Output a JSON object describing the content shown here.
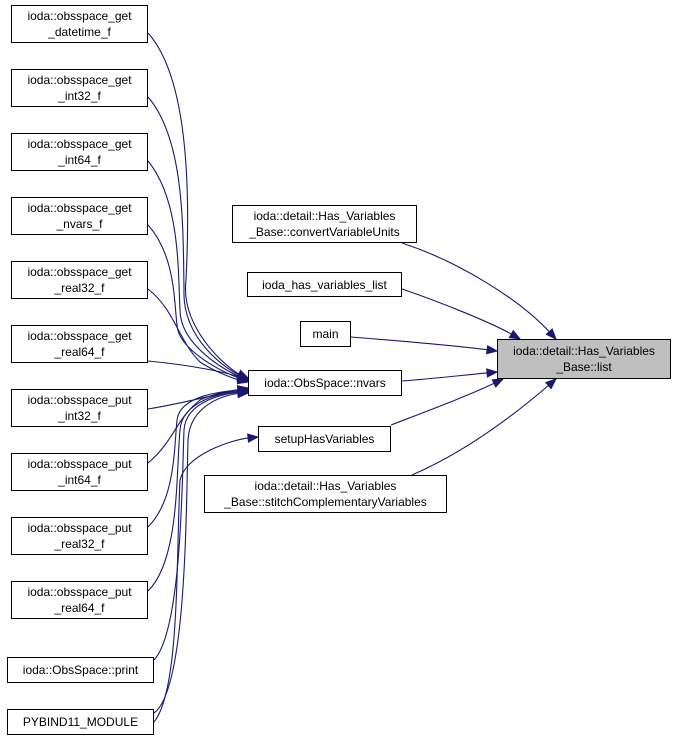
{
  "graph": {
    "edge_color": "#191970",
    "root_fill": "#bfbfbf",
    "nodes": [
      {
        "id": "get_datetime",
        "label": "ioda::obsspace_get\n_datetime_f"
      },
      {
        "id": "get_int32",
        "label": "ioda::obsspace_get\n_int32_f"
      },
      {
        "id": "get_int64",
        "label": "ioda::obsspace_get\n_int64_f"
      },
      {
        "id": "get_nvars",
        "label": "ioda::obsspace_get\n_nvars_f"
      },
      {
        "id": "get_real32",
        "label": "ioda::obsspace_get\n_real32_f"
      },
      {
        "id": "get_real64",
        "label": "ioda::obsspace_get\n_real64_f"
      },
      {
        "id": "put_int32",
        "label": "ioda::obsspace_put\n_int32_f"
      },
      {
        "id": "put_int64",
        "label": "ioda::obsspace_put\n_int64_f"
      },
      {
        "id": "put_real32",
        "label": "ioda::obsspace_put\n_real32_f"
      },
      {
        "id": "put_real64",
        "label": "ioda::obsspace_put\n_real64_f"
      },
      {
        "id": "obs_print",
        "label": "ioda::ObsSpace::print"
      },
      {
        "id": "pybind",
        "label": "PYBIND11_MODULE"
      },
      {
        "id": "convert_units",
        "label": "ioda::detail::Has_Variables\n_Base::convertVariableUnits"
      },
      {
        "id": "has_vars_list",
        "label": "ioda_has_variables_list"
      },
      {
        "id": "main",
        "label": "main"
      },
      {
        "id": "nvars",
        "label": "ioda::ObsSpace::nvars"
      },
      {
        "id": "setup",
        "label": "setupHasVariables"
      },
      {
        "id": "stitch",
        "label": "ioda::detail::Has_Variables\n_Base::stitchComplementaryVariables"
      },
      {
        "id": "list",
        "label": "ioda::detail::Has_Variables\n_Base::list",
        "root": true
      }
    ],
    "edges": [
      {
        "from": "get_datetime",
        "to": "nvars"
      },
      {
        "from": "get_int32",
        "to": "nvars"
      },
      {
        "from": "get_int64",
        "to": "nvars"
      },
      {
        "from": "get_nvars",
        "to": "nvars"
      },
      {
        "from": "get_real32",
        "to": "nvars"
      },
      {
        "from": "get_real64",
        "to": "nvars"
      },
      {
        "from": "put_int32",
        "to": "nvars"
      },
      {
        "from": "put_int64",
        "to": "nvars"
      },
      {
        "from": "put_real32",
        "to": "nvars"
      },
      {
        "from": "put_real64",
        "to": "nvars"
      },
      {
        "from": "obs_print",
        "to": "nvars"
      },
      {
        "from": "pybind",
        "to": "nvars"
      },
      {
        "from": "pybind",
        "to": "setup"
      },
      {
        "from": "convert_units",
        "to": "list"
      },
      {
        "from": "has_vars_list",
        "to": "list"
      },
      {
        "from": "main",
        "to": "list"
      },
      {
        "from": "nvars",
        "to": "list"
      },
      {
        "from": "setup",
        "to": "list"
      },
      {
        "from": "stitch",
        "to": "list"
      }
    ]
  }
}
